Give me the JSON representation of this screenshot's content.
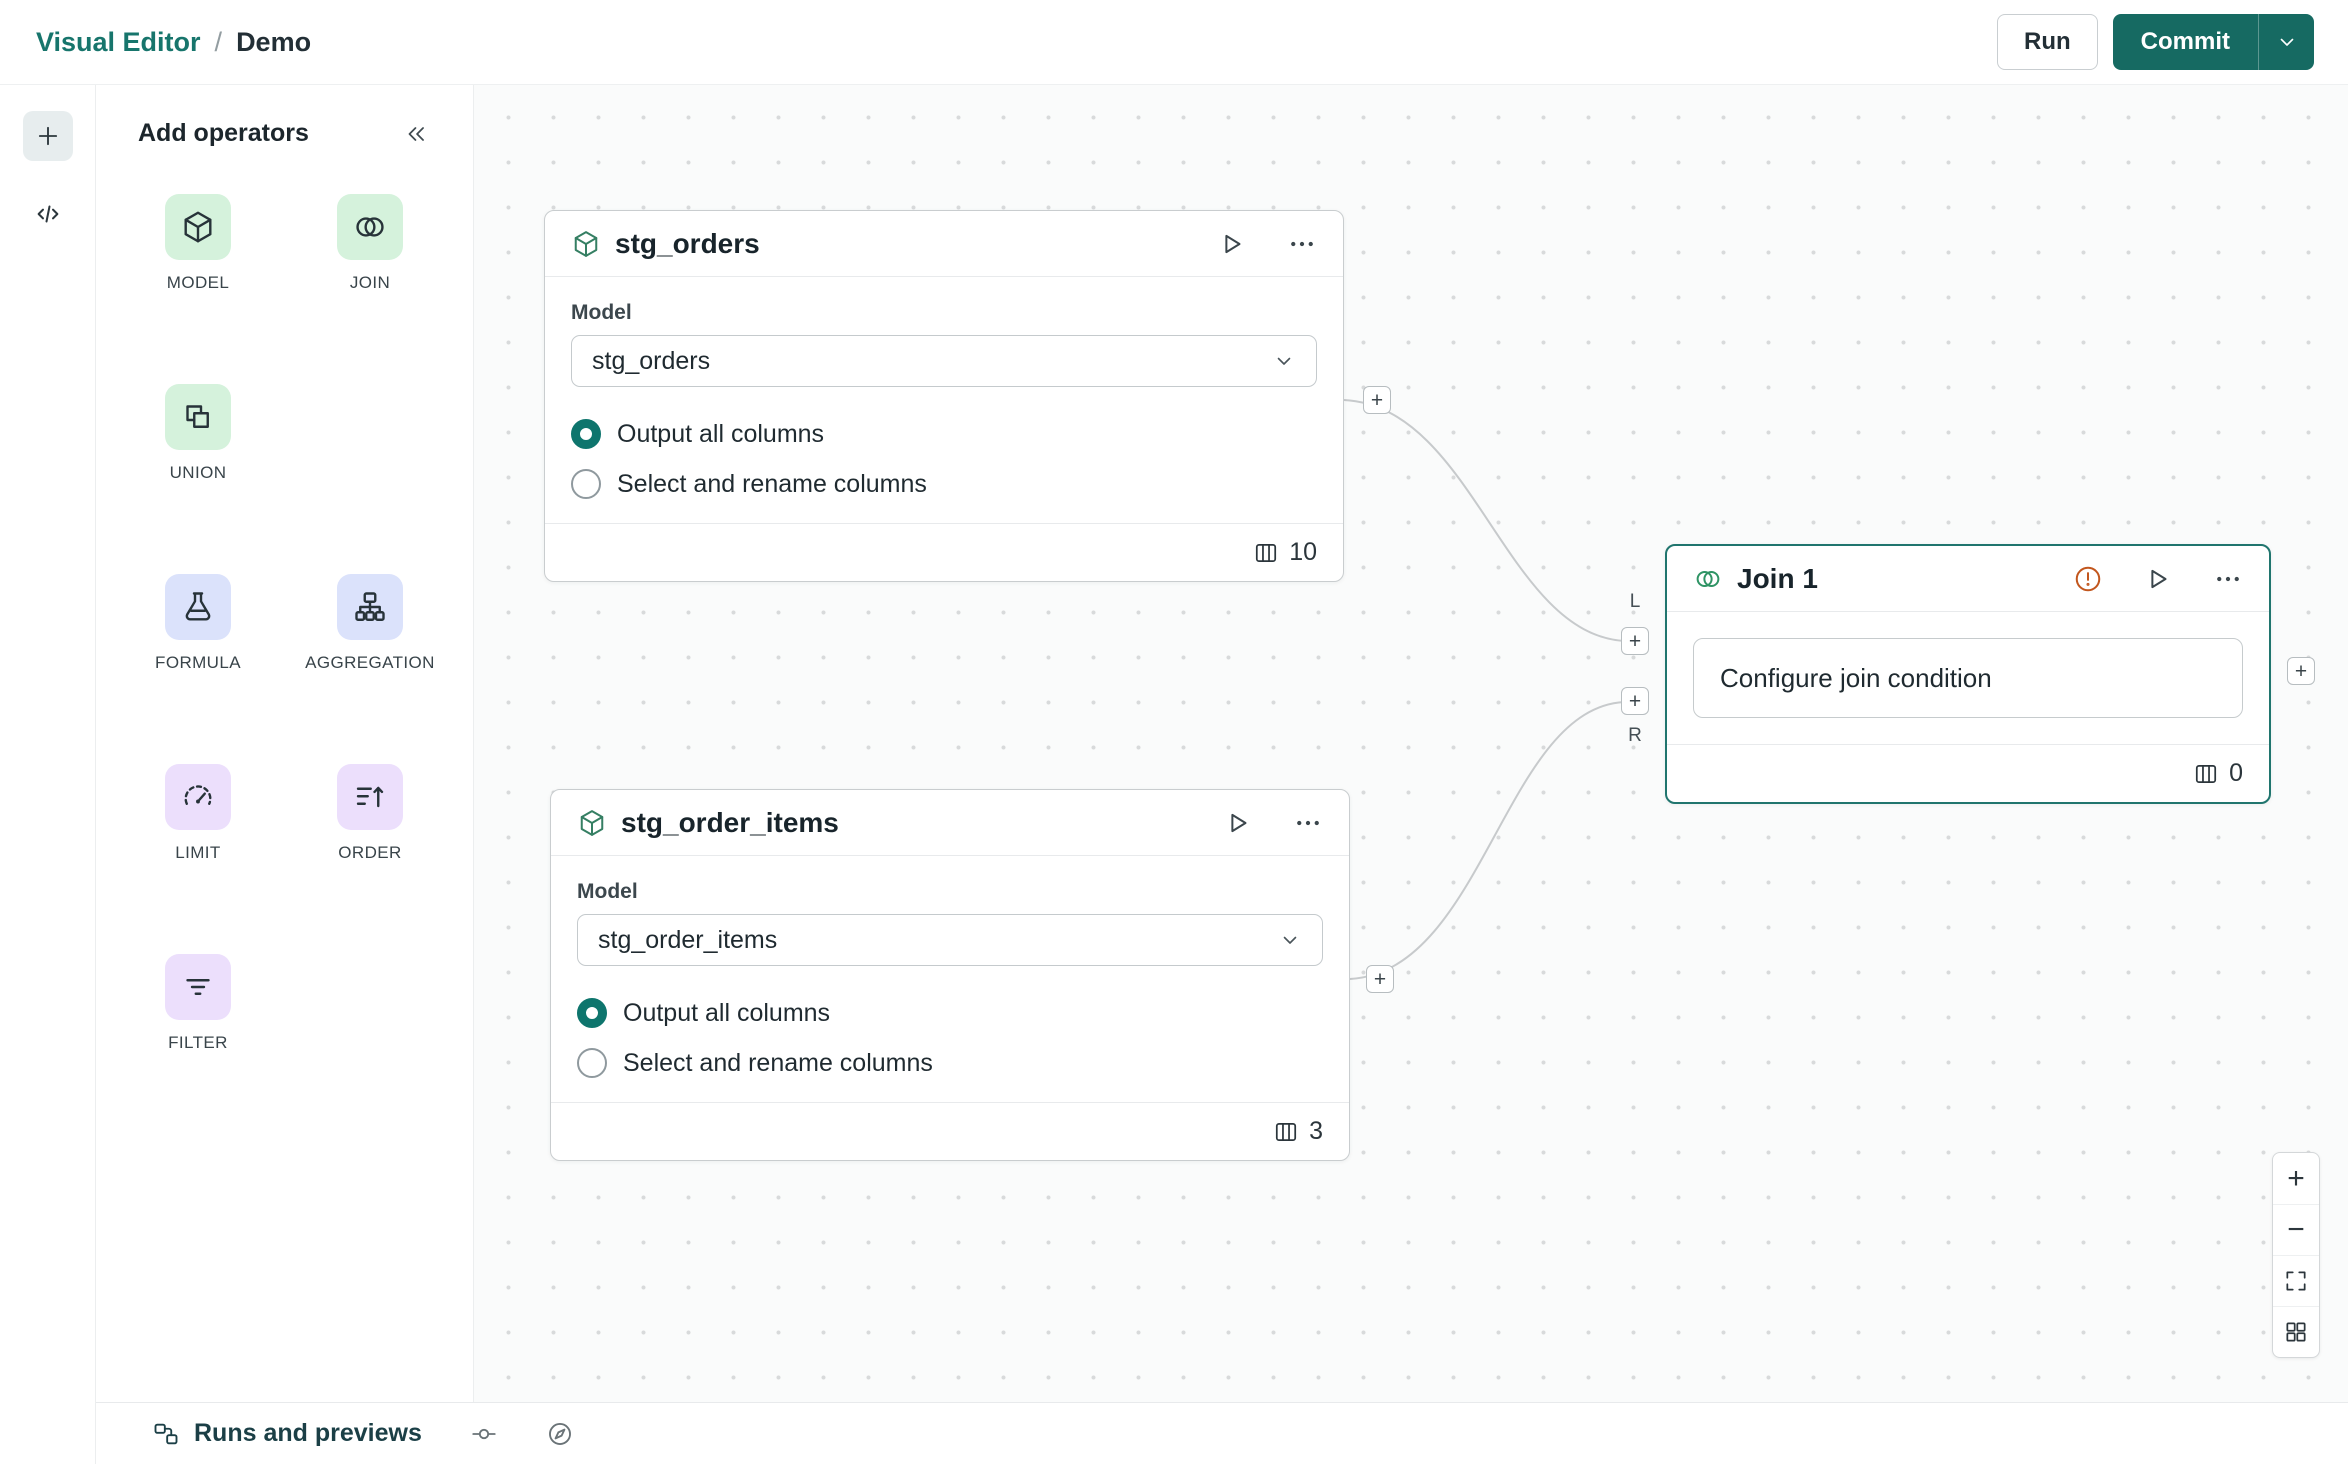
{
  "header": {
    "breadcrumb": {
      "section": "Visual Editor",
      "separator": "/",
      "page": "Demo"
    },
    "run_button": "Run",
    "commit_button": "Commit"
  },
  "operators_panel": {
    "title": "Add operators",
    "items": [
      {
        "label": "MODEL",
        "icon": "cube-icon"
      },
      {
        "label": "JOIN",
        "icon": "venn-icon"
      },
      {
        "label": "UNION",
        "icon": "union-squares-icon"
      },
      {
        "label": "FORMULA",
        "icon": "flask-icon"
      },
      {
        "label": "AGGREGATION",
        "icon": "sitemap-icon"
      },
      {
        "label": "LIMIT",
        "icon": "gauge-icon"
      },
      {
        "label": "ORDER",
        "icon": "sort-icon"
      },
      {
        "label": "FILTER",
        "icon": "filter-lines-icon"
      }
    ]
  },
  "canvas": {
    "ports_plus": "+",
    "nodes": {
      "stg_orders": {
        "title": "stg_orders",
        "model_label": "Model",
        "model_value": "stg_orders",
        "option_all": "Output all columns",
        "option_select": "Select and rename columns",
        "column_count": "10"
      },
      "stg_order_items": {
        "title": "stg_order_items",
        "model_label": "Model",
        "model_value": "stg_order_items",
        "option_all": "Output all columns",
        "option_select": "Select and rename columns",
        "column_count": "3"
      },
      "join_1": {
        "title": "Join 1",
        "body": "Configure join condition",
        "column_count": "0",
        "left_port": "L",
        "right_port": "R"
      }
    }
  },
  "zoom_controls": {
    "zoom_in": "+",
    "zoom_out": "−"
  },
  "bottom_bar": {
    "runs_label": "Runs and previews"
  },
  "icons": {
    "play-icon": "▷",
    "ellipsis-icon": "⋯",
    "chevron-down-icon": "⌄",
    "collapse-icon": "«",
    "plus-icon": "+",
    "code-icon": "</>",
    "warning-icon": "!",
    "columns-icon": "▥",
    "fullscreen-icon": "⛶",
    "grid-icon": "▦",
    "commit-icon": "-o-",
    "compass-icon": "◉"
  },
  "colors": {
    "accent_teal": "#166a62",
    "link_teal": "#17756c",
    "selected_node_border": "#20756e",
    "warning_orange": "#c2561d",
    "operator_green_bg": "#d5f2dc",
    "operator_blue_bg": "#dbe2fb",
    "operator_purple_bg": "#ecdffc",
    "canvas_bg": "#fafbfb"
  }
}
